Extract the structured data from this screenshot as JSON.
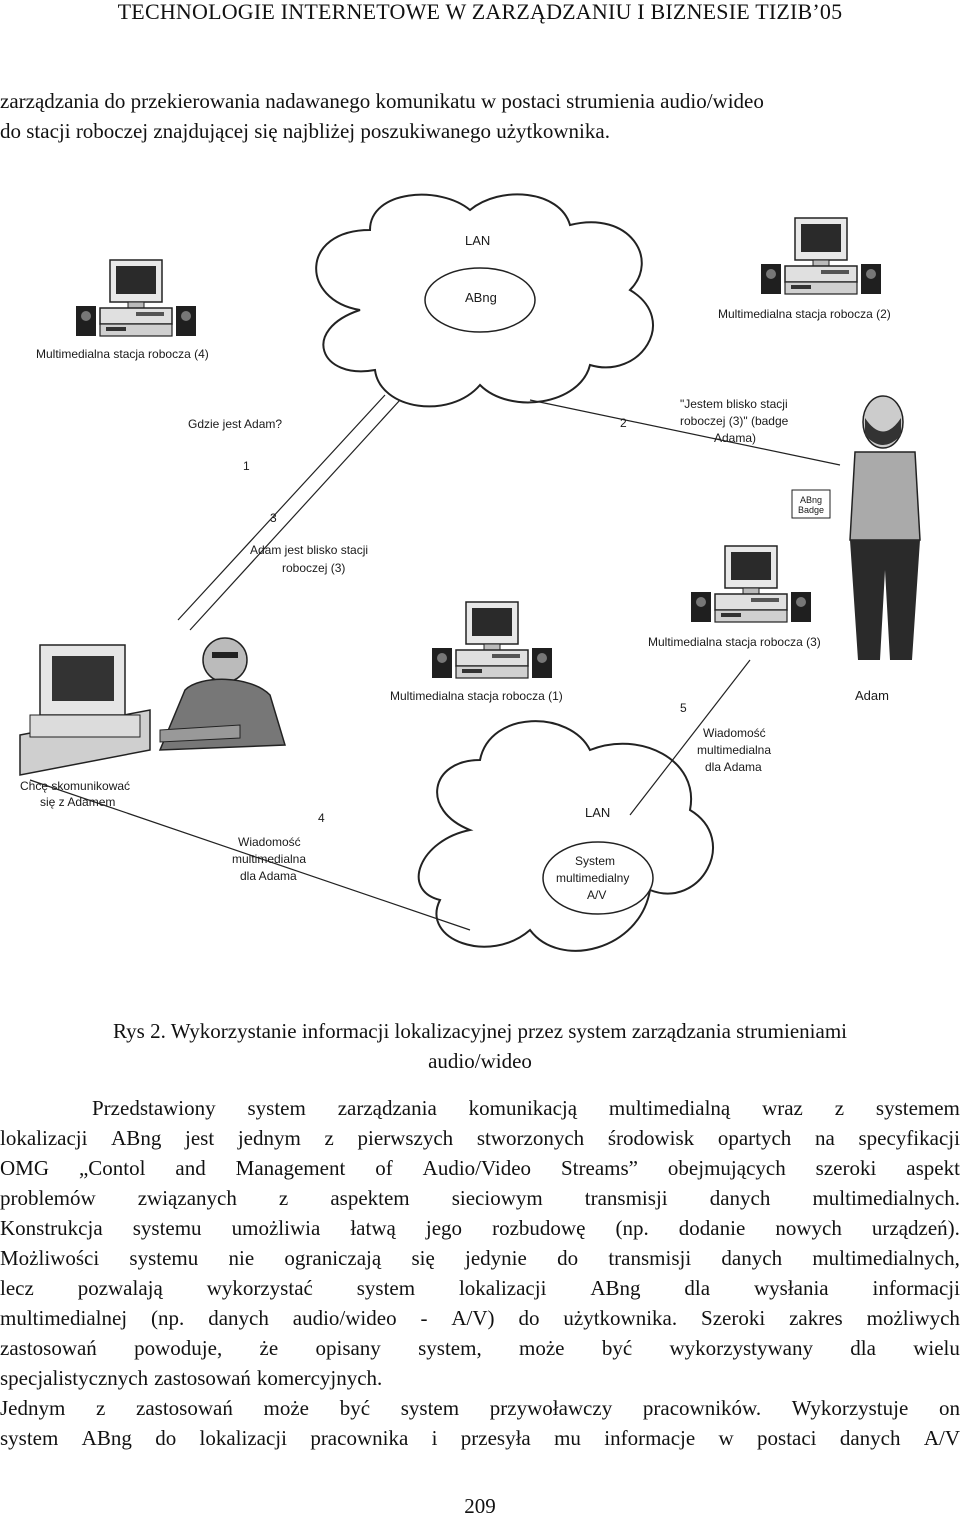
{
  "header": {
    "title": "TECHNOLOGIE INTERNETOWE W ZARZĄDZANIU I BIZNESIE TIZIB’05"
  },
  "intro": {
    "lines": [
      "zarządzania do przekierowania nadawanego komunikatu w postaci strumienia audio/wideo",
      "do stacji roboczej znajdującej się najbliżej poszukiwanego użytkownika."
    ]
  },
  "figure": {
    "lan_top": "LAN",
    "abng": "ABng",
    "station_4": "Multimedialna stacja robocza (4)",
    "station_2": "Multimedialna stacja robocza (2)",
    "station_3": "Multimedialna stacja robocza (3)",
    "station_1": "Multimedialna stacja robocza (1)",
    "gdzie": "Gdzie jest Adam?",
    "n1": "1",
    "n2": "2",
    "n3": "3",
    "n4": "4",
    "n5": "5",
    "jestem_1": "\"Jestem blisko stacji",
    "jestem_2": "roboczej (3)\" (badge",
    "jestem_3": "Adama)",
    "badge_1": "ABng",
    "badge_2": "Badge",
    "adam_blisko_1": "Adam jest blisko stacji",
    "adam_blisko_2": "roboczej (3)",
    "adam": "Adam",
    "chce_1": "Chcę skomunikować",
    "chce_2": "się z Adamem",
    "wiad_a_1": "Wiadomość",
    "wiad_a_2": "multimedialna",
    "wiad_a_3": "dla Adama",
    "lan_bottom": "LAN",
    "system_1": "System",
    "system_2": "multimedialny",
    "system_3": "A/V"
  },
  "caption": {
    "line1": "Rys 2. Wykorzystanie informacji lokalizacyjnej przez system zarządzania strumieniami",
    "line2": "audio/wideo"
  },
  "body": {
    "lines": [
      "Przedstawiony system zarządzania komunikacją multimedialną wraz z systemem",
      "lokalizacji ABng jest jednym z pierwszych stworzonych środowisk opartych na specyfikacji",
      "OMG „Contol and Management of Audio/Video Streams” obejmujących szeroki aspekt",
      "problemów związanych z aspektem sieciowym transmisji danych multimedialnych.",
      "Konstrukcja systemu umożliwia łatwą jego rozbudowę (np. dodanie nowych urządzeń).",
      "Możliwości systemu nie ograniczają się jedynie do transmisji danych multimedialnych,",
      "lecz pozwalają wykorzystać system lokalizacji ABng dla wysłania informacji",
      "multimedialnej (np. danych audio/wideo - A/V) do użytkownika. Szeroki zakres możliwych",
      "zastosowań powoduje, że opisany system, może być wykorzystywany dla wielu",
      "specjalistycznych zastosowań komercyjnych.",
      "Jednym z zastosowań może być system przywoławczy pracowników. Wykorzystuje on",
      "system ABng do lokalizacji pracownika i przesyła mu informacje w postaci danych A/V"
    ]
  },
  "page_number": "209"
}
